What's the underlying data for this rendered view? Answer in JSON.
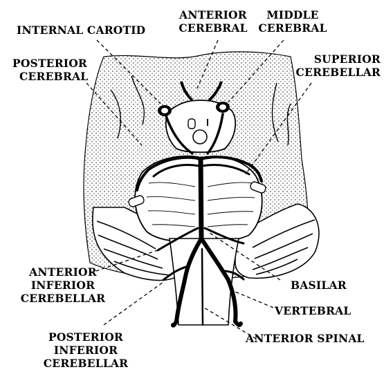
{
  "labels": {
    "internal_carotid": "INTERNAL CAROTID",
    "anterior_cerebral": [
      "ANTERIOR",
      "CEREBRAL"
    ],
    "middle_cerebral": [
      "MIDDLE",
      "CEREBRAL"
    ],
    "posterior_cerebral": [
      "POSTERIOR",
      "CEREBRAL"
    ],
    "superior_cerebellar": [
      "SUPERIOR",
      "CEREBELLAR"
    ],
    "anterior_inferior_cerebellar": [
      "ANTERIOR",
      "INFERIOR",
      "CEREBELLAR"
    ],
    "basilar": "BASILAR",
    "vertebral": "VERTEBRAL",
    "posterior_inferior_cerebellar": [
      "POSTERIOR",
      "INFERIOR",
      "CEREBELLAR"
    ],
    "anterior_spinal": "ANTERIOR SPINAL"
  },
  "colors": {
    "ink": "#000000",
    "paper": "#ffffff"
  }
}
